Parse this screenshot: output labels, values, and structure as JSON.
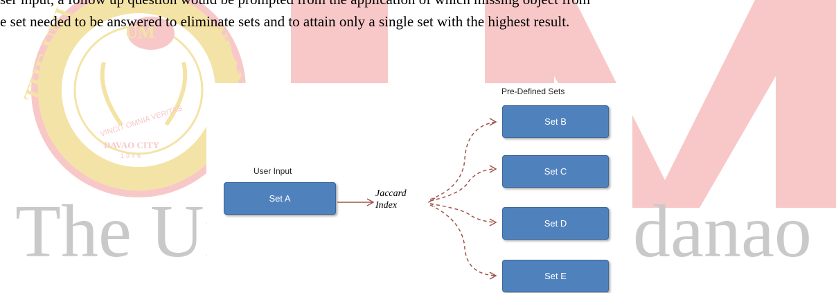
{
  "document": {
    "lines": [
      "ser input, a follow up question would be prompted from the application of which missing object from",
      "e set needed to be answered to eliminate sets and to attain only a single set with the highest result."
    ]
  },
  "watermark": {
    "seal_text": "UM",
    "motto": "VINCIT OMNIA VERITAS",
    "city": "DAVAO CITY",
    "year": "1946",
    "ring_left": "THE UNI",
    "ring_right": "NDANAO",
    "name_left": "The Un",
    "name_right": "indanao",
    "big_letters": "UM",
    "colors": {
      "red": "#f8c8c8",
      "gold": "#f4e3a6",
      "gray": "#c9c9c9"
    }
  },
  "figure": {
    "user_input_label": "User Input",
    "predefined_label": "Pre-Defined Sets",
    "source_set": "Set A",
    "jaccard_line1": "Jaccard",
    "jaccard_line2": "Index",
    "target_sets": [
      "Set B",
      "Set C",
      "Set D",
      "Set E"
    ],
    "box_color": "#4f81bd",
    "arrow_color": "#a0524c"
  }
}
